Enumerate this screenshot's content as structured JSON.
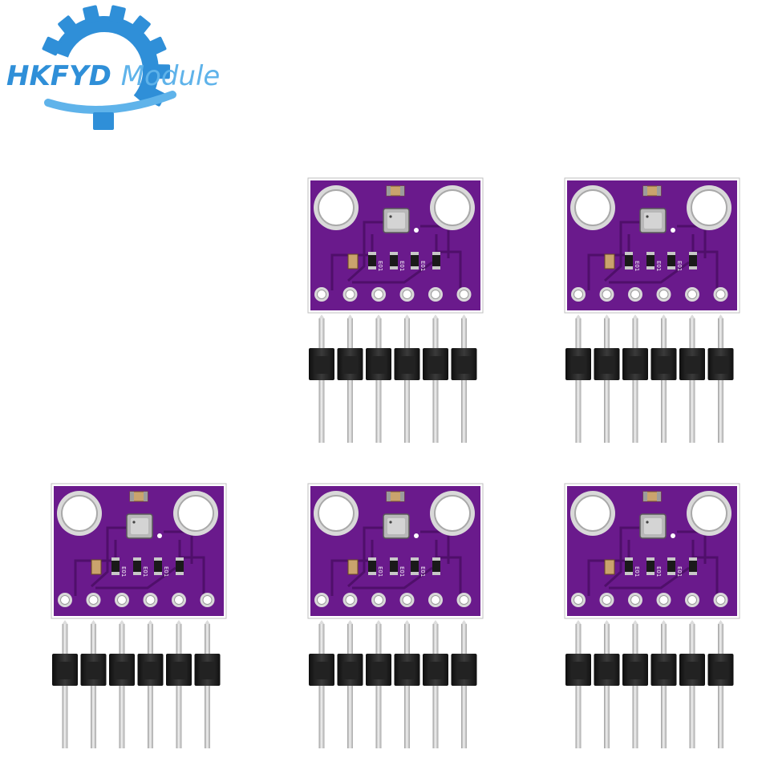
{
  "logo": {
    "brand_text": "HKFYD Module",
    "primary_color": "#2f8fd8",
    "secondary_color": "#5fb3ea"
  },
  "product": {
    "module_count": 5,
    "header_pin_count": 6,
    "board_silkscreen_marking": "E01",
    "board_color": "#6a1a8c",
    "board_dark_color": "#4f0f6a",
    "pin_color": "#cfcfcf",
    "header_plastic_color": "#1c1c1c"
  }
}
